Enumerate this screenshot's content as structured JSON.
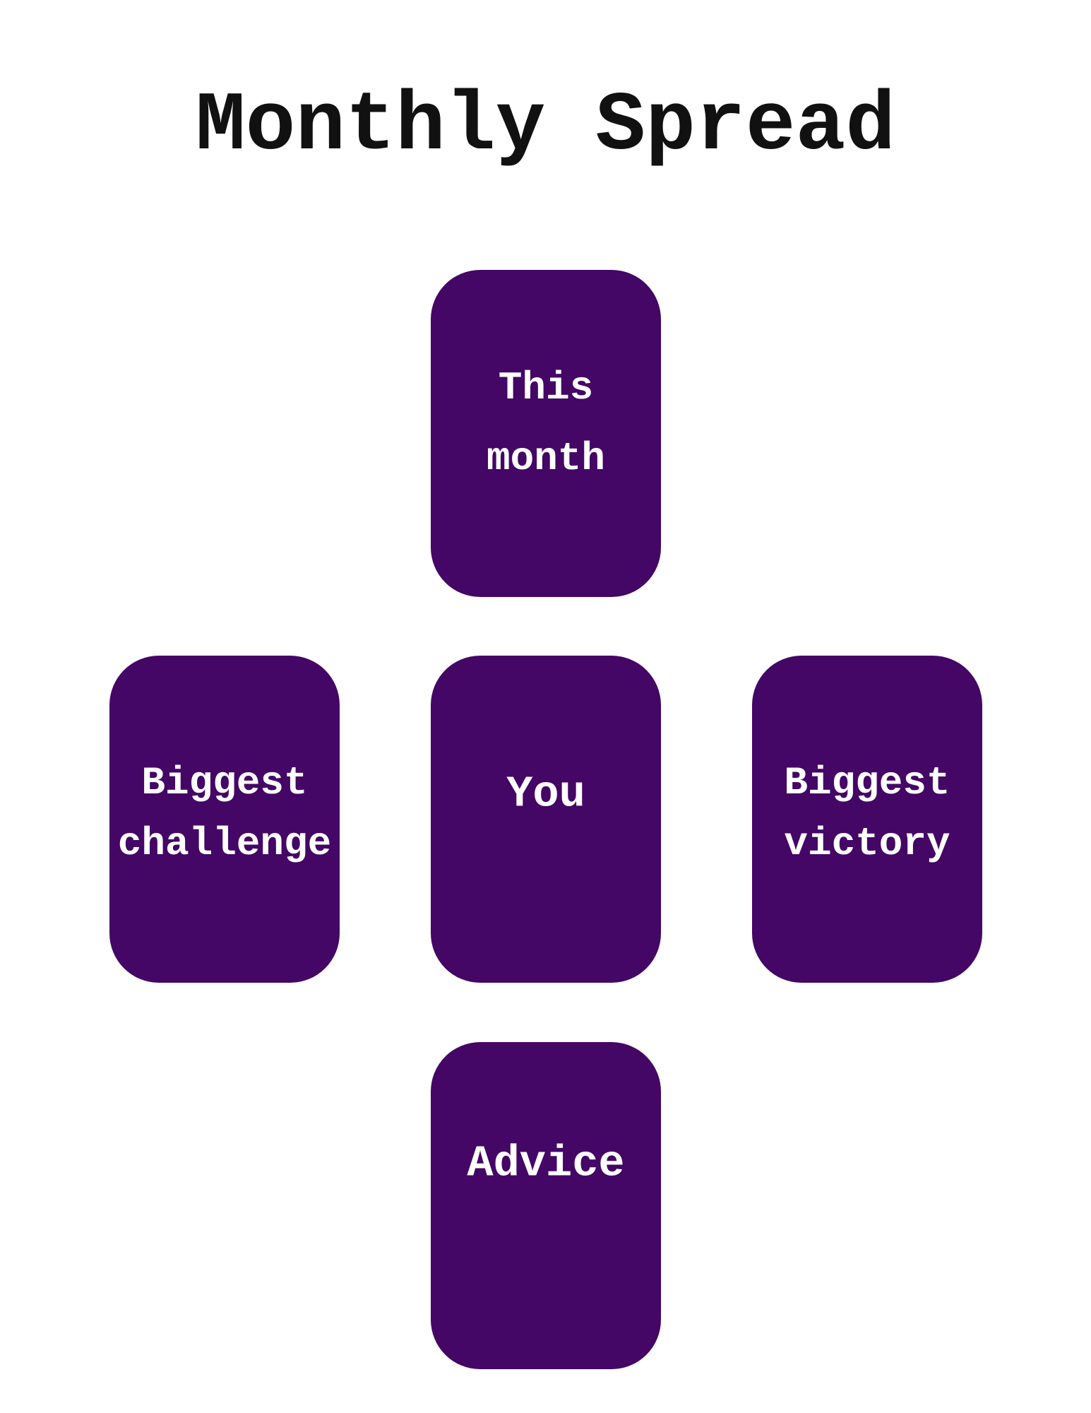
{
  "title": "Monthly Spread",
  "card_color": "#440766",
  "cards": {
    "this_month": [
      "This",
      "month"
    ],
    "challenge": [
      "Biggest",
      "challenge"
    ],
    "you": [
      "You"
    ],
    "victory": [
      "Biggest",
      "victory"
    ],
    "advice": [
      "Advice"
    ]
  }
}
